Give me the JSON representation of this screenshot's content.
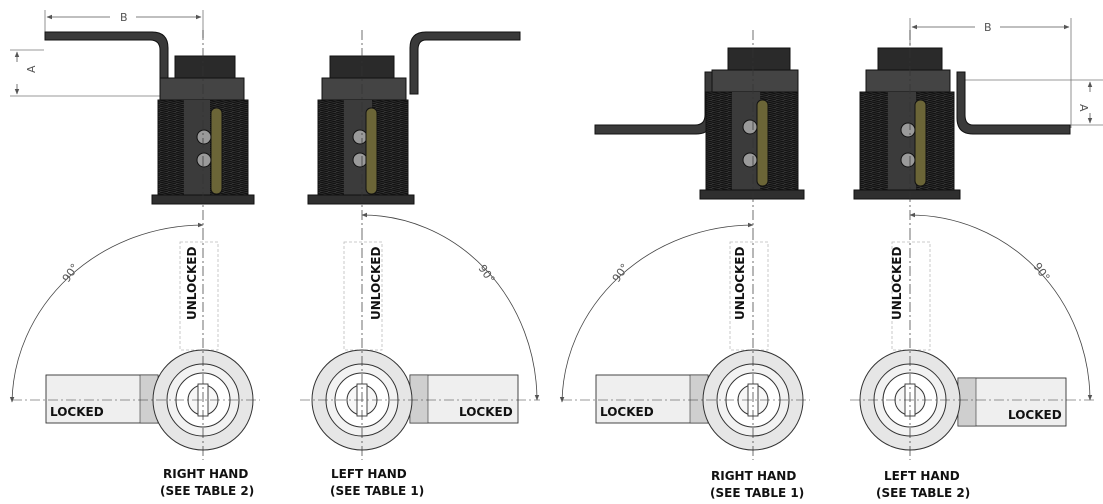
{
  "dimensions": {
    "a": "A",
    "b": "B"
  },
  "angle": "90°",
  "states": {
    "locked": "LOCKED",
    "unlocked": "UNLOCKED"
  },
  "views": [
    {
      "caption_1": "RIGHT HAND",
      "caption_2": "(SEE TABLE 2)"
    },
    {
      "caption_1": "LEFT HAND",
      "caption_2": "(SEE TABLE 1)"
    },
    {
      "caption_1": "RIGHT HAND",
      "caption_2": "(SEE TABLE 1)"
    },
    {
      "caption_1": "LEFT HAND",
      "caption_2": "(SEE TABLE 2)"
    }
  ],
  "colors": {
    "body": "#2f2f2f",
    "slot": "#6b6537",
    "line": "#222222",
    "lever": "#efefef"
  }
}
